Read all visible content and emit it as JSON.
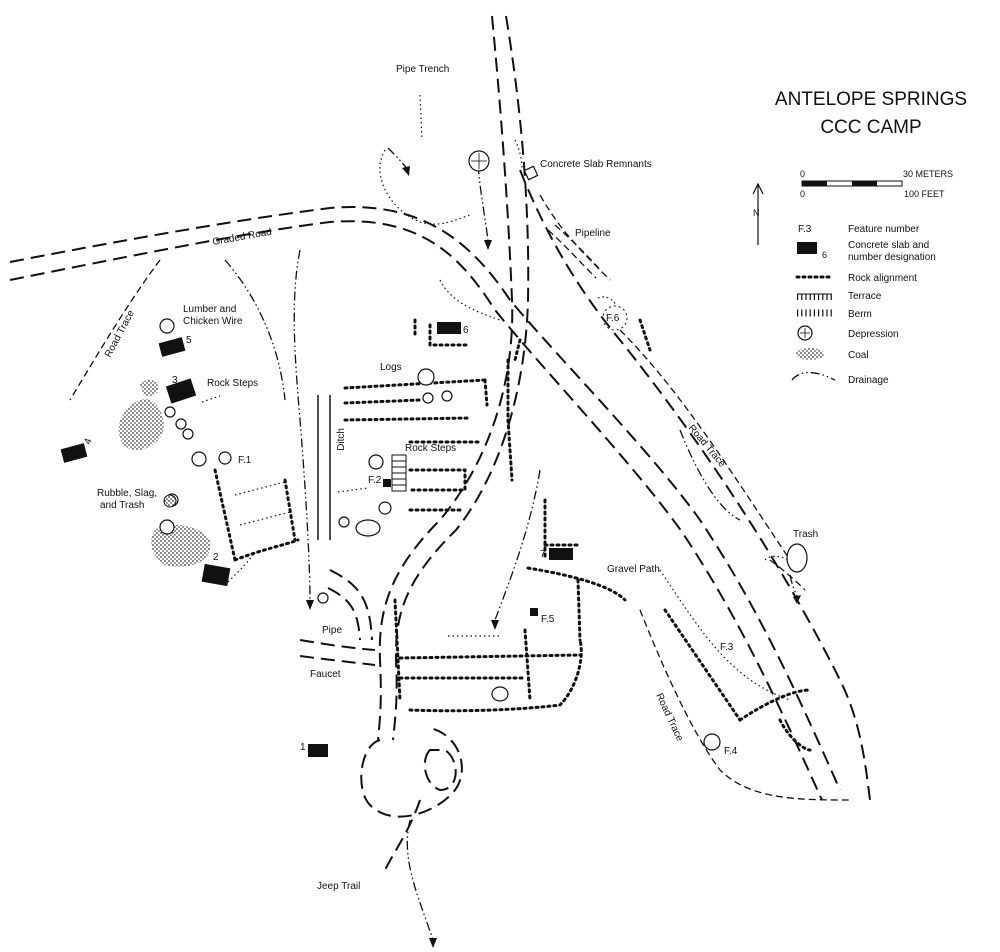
{
  "map": {
    "title_line1": "ANTELOPE SPRINGS",
    "title_line2": "CCC CAMP"
  },
  "scale": {
    "zero_top": "0",
    "meters": "30 METERS",
    "zero_bottom": "0",
    "feet": "100 FEET",
    "north": "N"
  },
  "legend": {
    "feature_symbol": "F.3",
    "feature": "Feature number",
    "slab_number": "6",
    "slab_line1": "Concrete slab and",
    "slab_line2": "number designation",
    "rock": "Rock alignment",
    "terrace": "Terrace",
    "berm": "Berm",
    "depression": "Depression",
    "coal": "Coal",
    "drainage": "Drainage"
  },
  "labels": {
    "pipe_trench": "Pipe Trench",
    "concrete_slab_remnants": "Concrete Slab Remnants",
    "graded_road": "Graded Road",
    "pipeline": "Pipeline",
    "road_trace": "Road Trace",
    "lumber_1": "Lumber and",
    "lumber_2": "Chicken Wire",
    "rock_steps": "Rock Steps",
    "logs": "Logs",
    "ditch": "Ditch",
    "rubble_1": "Rubble, Slag,",
    "rubble_2": "and Trash",
    "gravel_path": "Gravel Path",
    "trash": "Trash",
    "pipe": "Pipe",
    "faucet": "Faucet",
    "jeep_trail": "Jeep Trail"
  },
  "features": {
    "f1": "F.1",
    "f2": "F.2",
    "f3": "F.3",
    "f4": "F.4",
    "f5": "F.5",
    "f6": "F.6"
  },
  "slabs": {
    "s1": "1",
    "s2": "2",
    "s3": "3",
    "s4": "4",
    "s5": "5",
    "s6": "6",
    "s7": "7"
  }
}
